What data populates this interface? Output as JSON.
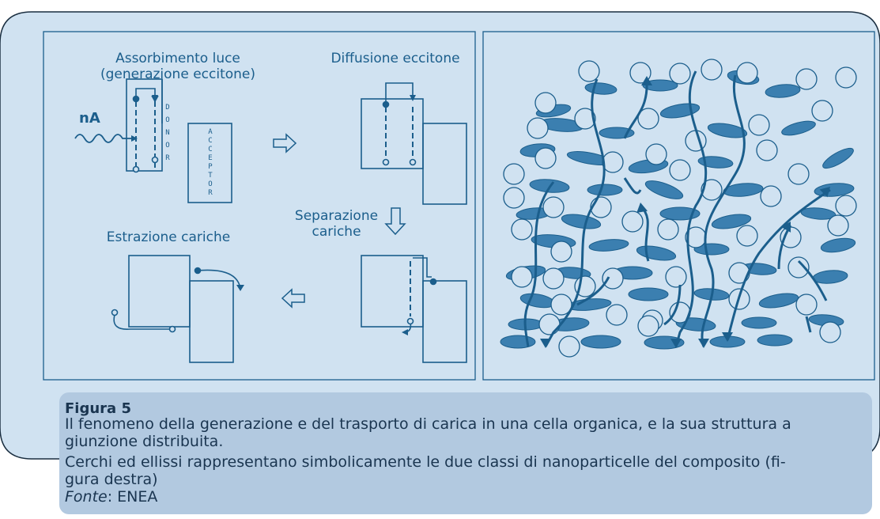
{
  "diagram": {
    "label_absorption_1": "Assorbimento luce",
    "label_absorption_2": "(generazione eccitone)",
    "label_diffusion": "Diffusione eccitone",
    "label_separation_1": "Separazione",
    "label_separation_2": "cariche",
    "label_extraction": "Estrazione cariche",
    "label_na": "nA",
    "donor_letters": [
      "D",
      "O",
      "N",
      "O",
      "R"
    ],
    "acceptor_letters": [
      "A",
      "C",
      "C",
      "E",
      "P",
      "T",
      "O",
      "R"
    ]
  },
  "caption": {
    "title": "Figura 5",
    "line1": "Il fenomeno della generazione e del trasporto di carica in una cella organica, e la sua struttura a",
    "line2": "giunzione distribuita.",
    "line3": "Cerchi ed ellissi rappresentano simbolicamente le due classi di nanoparticelle del composito (fi-",
    "line4": "gura destra)",
    "source_label": "Fonte",
    "source_value": ": ENEA"
  },
  "colors": {
    "panel_bg": "#d0e2f1",
    "line": "#1b5e8c",
    "ellipse_fill": "#3b7fb0",
    "caption_bg": "#b2c9e0"
  }
}
